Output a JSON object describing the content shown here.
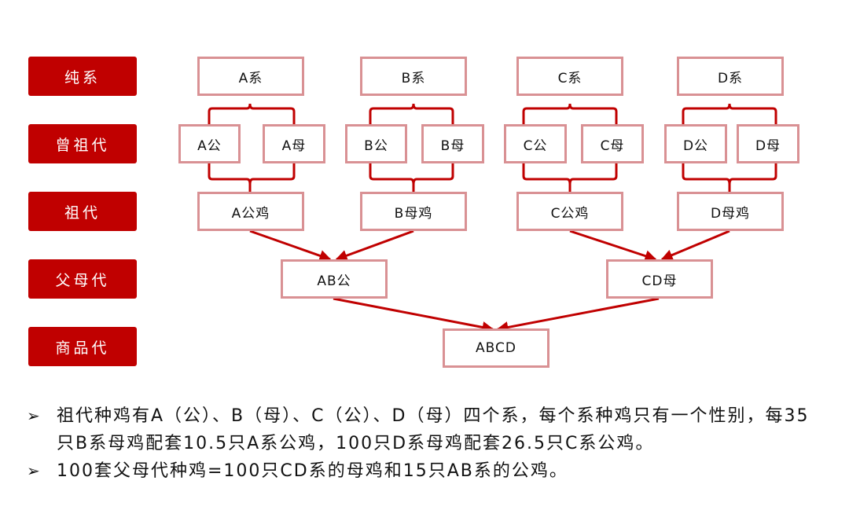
{
  "colors": {
    "label_bg": "#c00000",
    "node_border": "#d99194",
    "connector": "#c00000"
  },
  "row_labels": [
    "纯系",
    "曾祖代",
    "祖代",
    "父母代",
    "商品代"
  ],
  "nodes": {
    "pure": [
      "A系",
      "B系",
      "C系",
      "D系"
    ],
    "great_grand": [
      "A公",
      "A母",
      "B公",
      "B母",
      "C公",
      "C母",
      "D公",
      "D母"
    ],
    "grand": [
      "A公鸡",
      "B母鸡",
      "C公鸡",
      "D母鸡"
    ],
    "parent": [
      "AB公",
      "CD母"
    ],
    "commercial": [
      "ABCD"
    ]
  },
  "notes": {
    "bullet_icon": "arrow-bullet-icon",
    "bullet_glyph": "➢",
    "items": [
      "祖代种鸡有A（公）、B（母）、C（公）、D（母）四个系，每个系种鸡只有一个性别，每35只B系母鸡配套10.5只A系公鸡，100只D系母鸡配套26.5只C系公鸡。",
      "100套父母代种鸡=100只CD系的母鸡和15只AB系的公鸡。"
    ]
  }
}
